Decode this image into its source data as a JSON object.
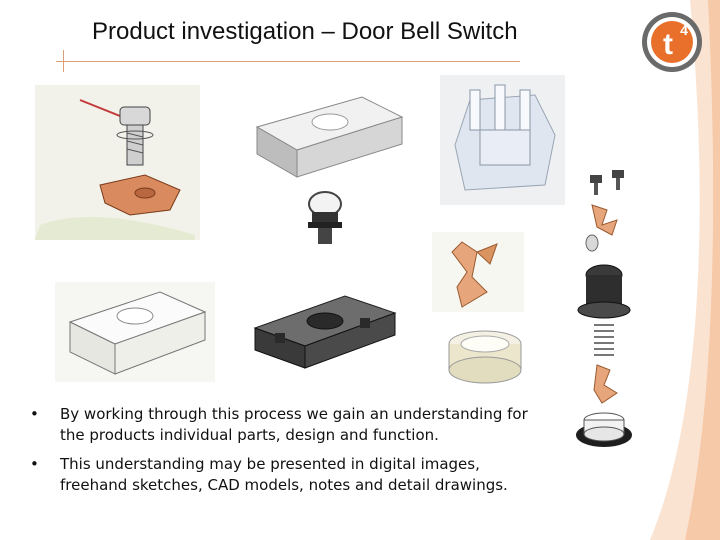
{
  "slide": {
    "title": "Product investigation – Door Bell Switch",
    "logo_text": "t",
    "logo_superscript": "4",
    "colors": {
      "accent": "#e8702a",
      "rule": "#d9a07a",
      "logo_dark": "#6a6a6a"
    }
  },
  "bullets": [
    {
      "marker": "•",
      "text": "By working through this process we gain an understanding for the products individual parts, design and function."
    },
    {
      "marker": "•",
      "text": "This understanding may be presented in digital images, freehand sketches, CAD models, notes and detail drawings."
    }
  ],
  "images": [
    {
      "name": "sketch-screw-and-bracket"
    },
    {
      "name": "cad-block-white"
    },
    {
      "name": "photo-bell-housing"
    },
    {
      "name": "cad-push-button"
    },
    {
      "name": "sketch-block"
    },
    {
      "name": "cad-block-dark"
    },
    {
      "name": "sketch-copper-contact"
    },
    {
      "name": "sketch-ring"
    },
    {
      "name": "exploded-assembly"
    }
  ]
}
